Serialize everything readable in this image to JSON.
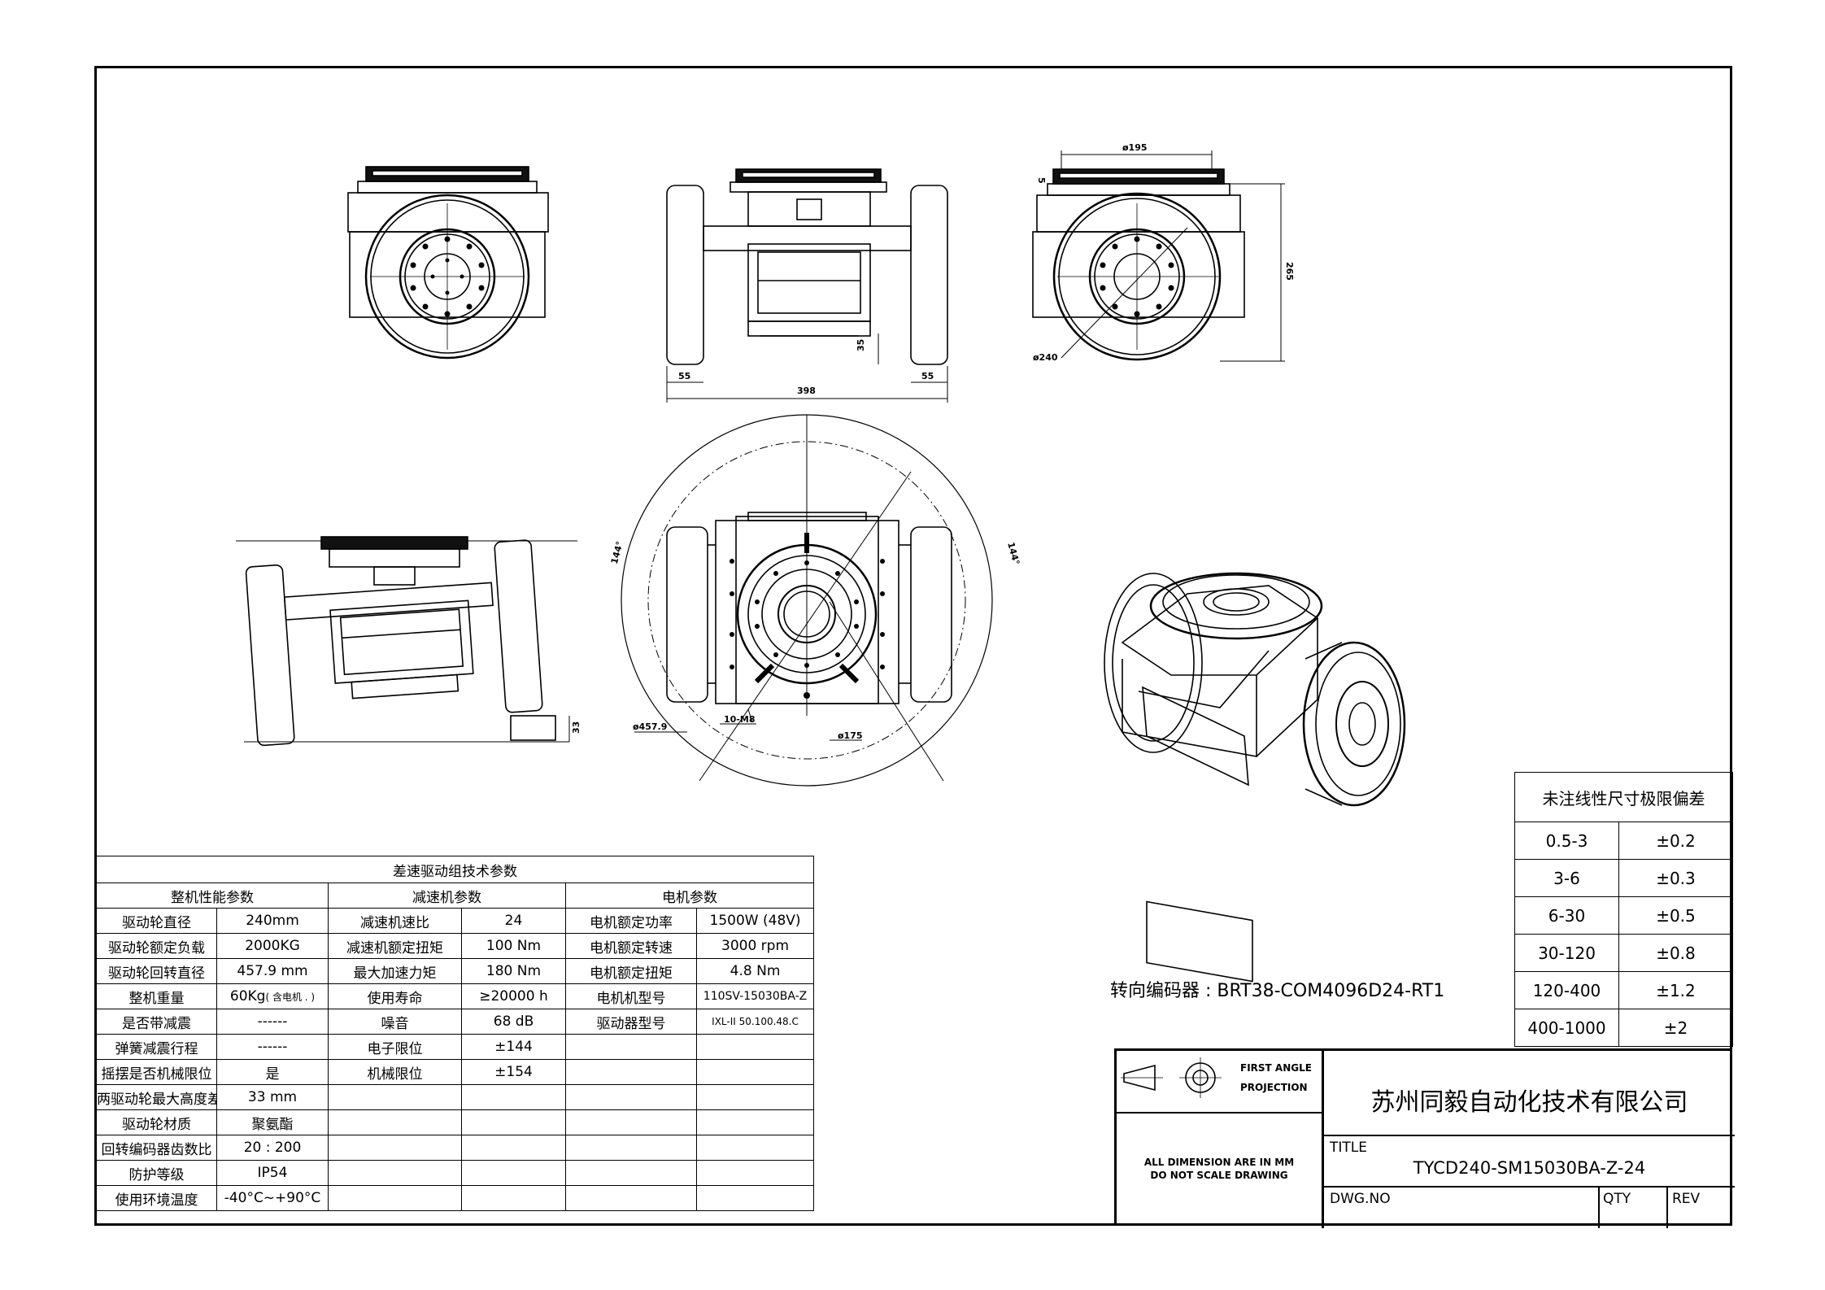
{
  "drawing": {
    "dimensions": {
      "d195": "ø195",
      "d5": "5",
      "d265": "265",
      "d240": "ø240",
      "d55_left": "55",
      "d55_right": "55",
      "d398": "398",
      "d35": "35",
      "d14_left": "144°",
      "d14_right": "144°",
      "d4579": "ø457.9",
      "d10m8": "10-M8",
      "d175": "ø175",
      "d33": "33"
    }
  },
  "param_table": {
    "title": "差速驱动组技术参数",
    "section_headers": [
      "整机性能参数",
      "减速机参数",
      "电机参数"
    ],
    "rows": [
      [
        "驱动轮直径",
        "240mm",
        "减速机速比",
        "24",
        "电机额定功率",
        "1500W (48V)"
      ],
      [
        "驱动轮额定负载",
        "2000KG",
        "减速机额定扭矩",
        "100 Nm",
        "电机额定转速",
        "3000 rpm"
      ],
      [
        "驱动轮回转直径",
        "457.9 mm",
        "最大加速力矩",
        "180 Nm",
        "电机额定扭矩",
        "4.8 Nm"
      ],
      [
        "整机重量",
        "60Kg",
        "使用寿命",
        "≥20000 h",
        "电机机型号",
        "110SV-15030BA-Z"
      ],
      [
        "是否带减震",
        "------",
        "噪音",
        "68 dB",
        "驱动器型号",
        "IXL-II 50.100.48.C"
      ],
      [
        "弹簧减震行程",
        "------",
        "电子限位",
        "±144",
        "",
        ""
      ],
      [
        "摇摆是否机械限位",
        "是",
        "机械限位",
        "±154",
        "",
        ""
      ],
      [
        "两驱动轮最大高度差",
        "33 mm",
        "",
        "",
        "",
        ""
      ],
      [
        "驱动轮材质",
        "聚氨酯",
        "",
        "",
        "",
        ""
      ],
      [
        "回转编码器齿数比",
        "20 : 200",
        "",
        "",
        "",
        ""
      ],
      [
        "防护等级",
        "IP54",
        "",
        "",
        "",
        ""
      ],
      [
        "使用环境温度",
        "-40°C~+90°C",
        "",
        "",
        "",
        ""
      ]
    ],
    "weight_note": "( 含电机 . )"
  },
  "encoder_note": "转向编码器 : BRT38-COM4096D24-RT1",
  "tolerance_table": {
    "title": "未注线性尺寸极限偏差",
    "rows": [
      [
        "0.5-3",
        "±0.2"
      ],
      [
        "3-6",
        "±0.3"
      ],
      [
        "6-30",
        "±0.5"
      ],
      [
        "30-120",
        "±0.8"
      ],
      [
        "120-400",
        "±1.2"
      ],
      [
        "400-1000",
        "±2"
      ]
    ]
  },
  "title_block": {
    "projection_line1": "FIRST ANGLE",
    "projection_line2": "PROJECTION",
    "dimension_note1": "ALL DIMENSION ARE IN MM",
    "dimension_note2": "DO NOT SCALE DRAWING",
    "company": "苏州同毅自动化技术有限公司",
    "title_label": "TITLE",
    "title_value": "TYCD240-SM15030BA-Z-24",
    "dwg_label": "DWG.NO",
    "qty_label": "QTY",
    "rev_label": "REV"
  }
}
